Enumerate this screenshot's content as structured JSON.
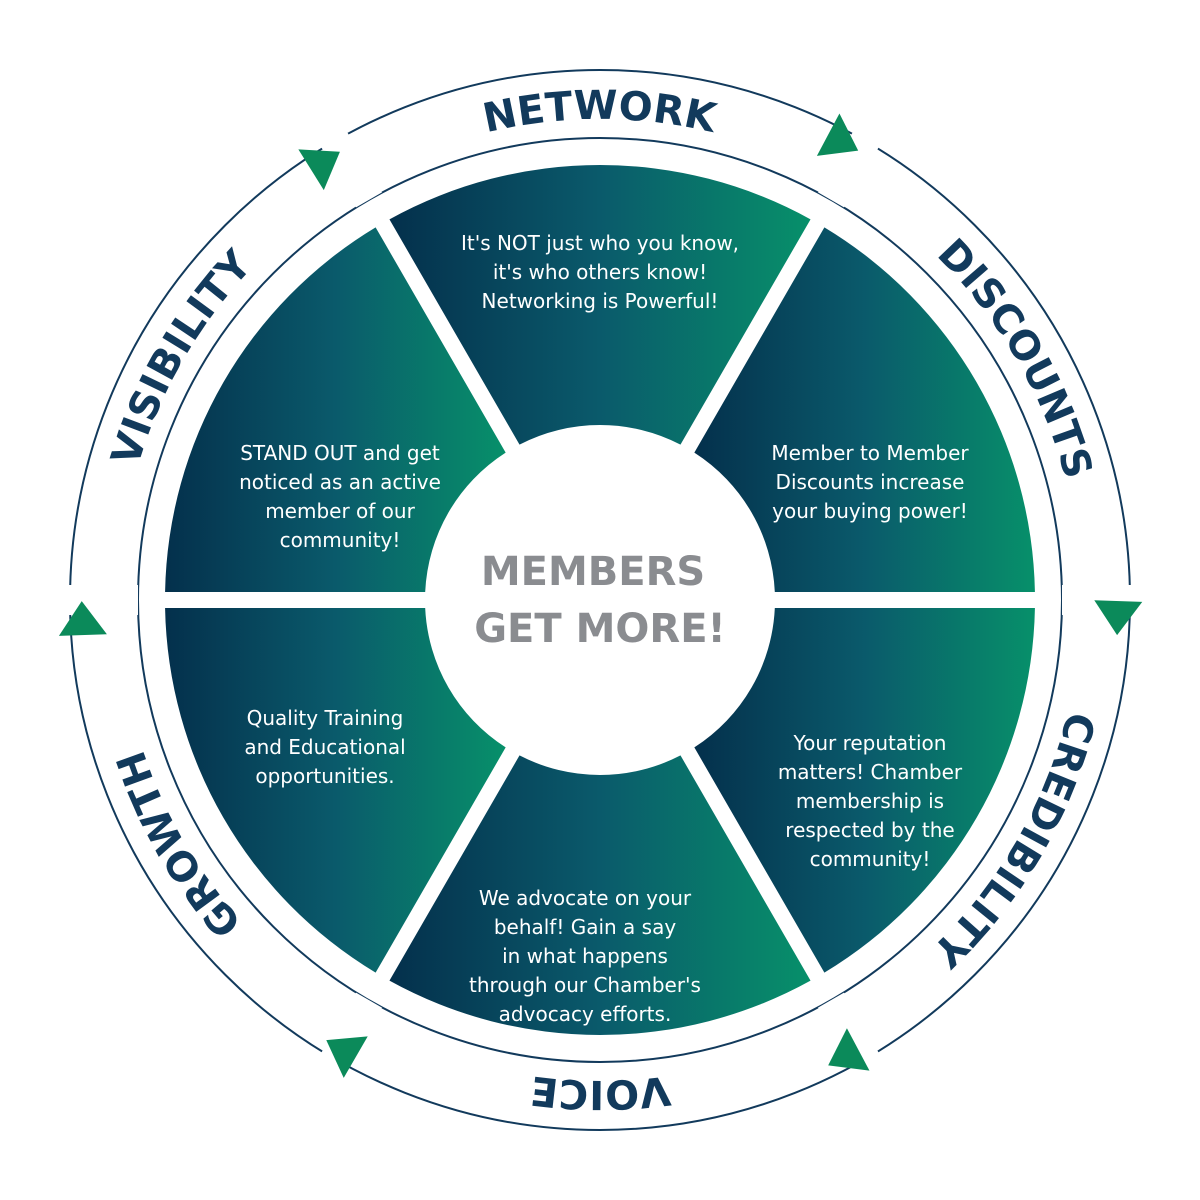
{
  "center": {
    "lines": [
      "MEMBERS",
      "GET MORE!"
    ]
  },
  "segments": [
    {
      "id": "network",
      "label": "NETWORK",
      "text_lines": [
        "It's NOT just who you know,",
        "it's who others know!",
        "Networking is Powerful!"
      ]
    },
    {
      "id": "discounts",
      "label": "DISCOUNTS",
      "text_lines": [
        "Member to Member",
        "Discounts increase",
        "your buying power!"
      ]
    },
    {
      "id": "credibility",
      "label": "CREDIBILITY",
      "text_lines": [
        "Your reputation",
        "matters! Chamber",
        "membership is",
        "respected by the",
        "community!"
      ]
    },
    {
      "id": "voice",
      "label": "VOICE",
      "text_lines": [
        "We advocate on your",
        "behalf! Gain a say",
        "in what happens",
        "through our Chamber's",
        "advocacy efforts."
      ]
    },
    {
      "id": "growth",
      "label": "GROWTH",
      "text_lines": [
        "Quality Training",
        "and  Educational",
        "opportunities."
      ]
    },
    {
      "id": "visibility",
      "label": "VISIBILITY",
      "text_lines": [
        "STAND OUT and get",
        "noticed as an active",
        "member of our",
        "community!"
      ]
    }
  ],
  "colors": {
    "navy": "#05324f",
    "teal": "#0a6a72",
    "green": "#06896a",
    "arrow_green": "#0b8a5a",
    "label_navy": "#123a5c",
    "center_grey": "#8a8c90",
    "center_fill": "#ffffff"
  }
}
